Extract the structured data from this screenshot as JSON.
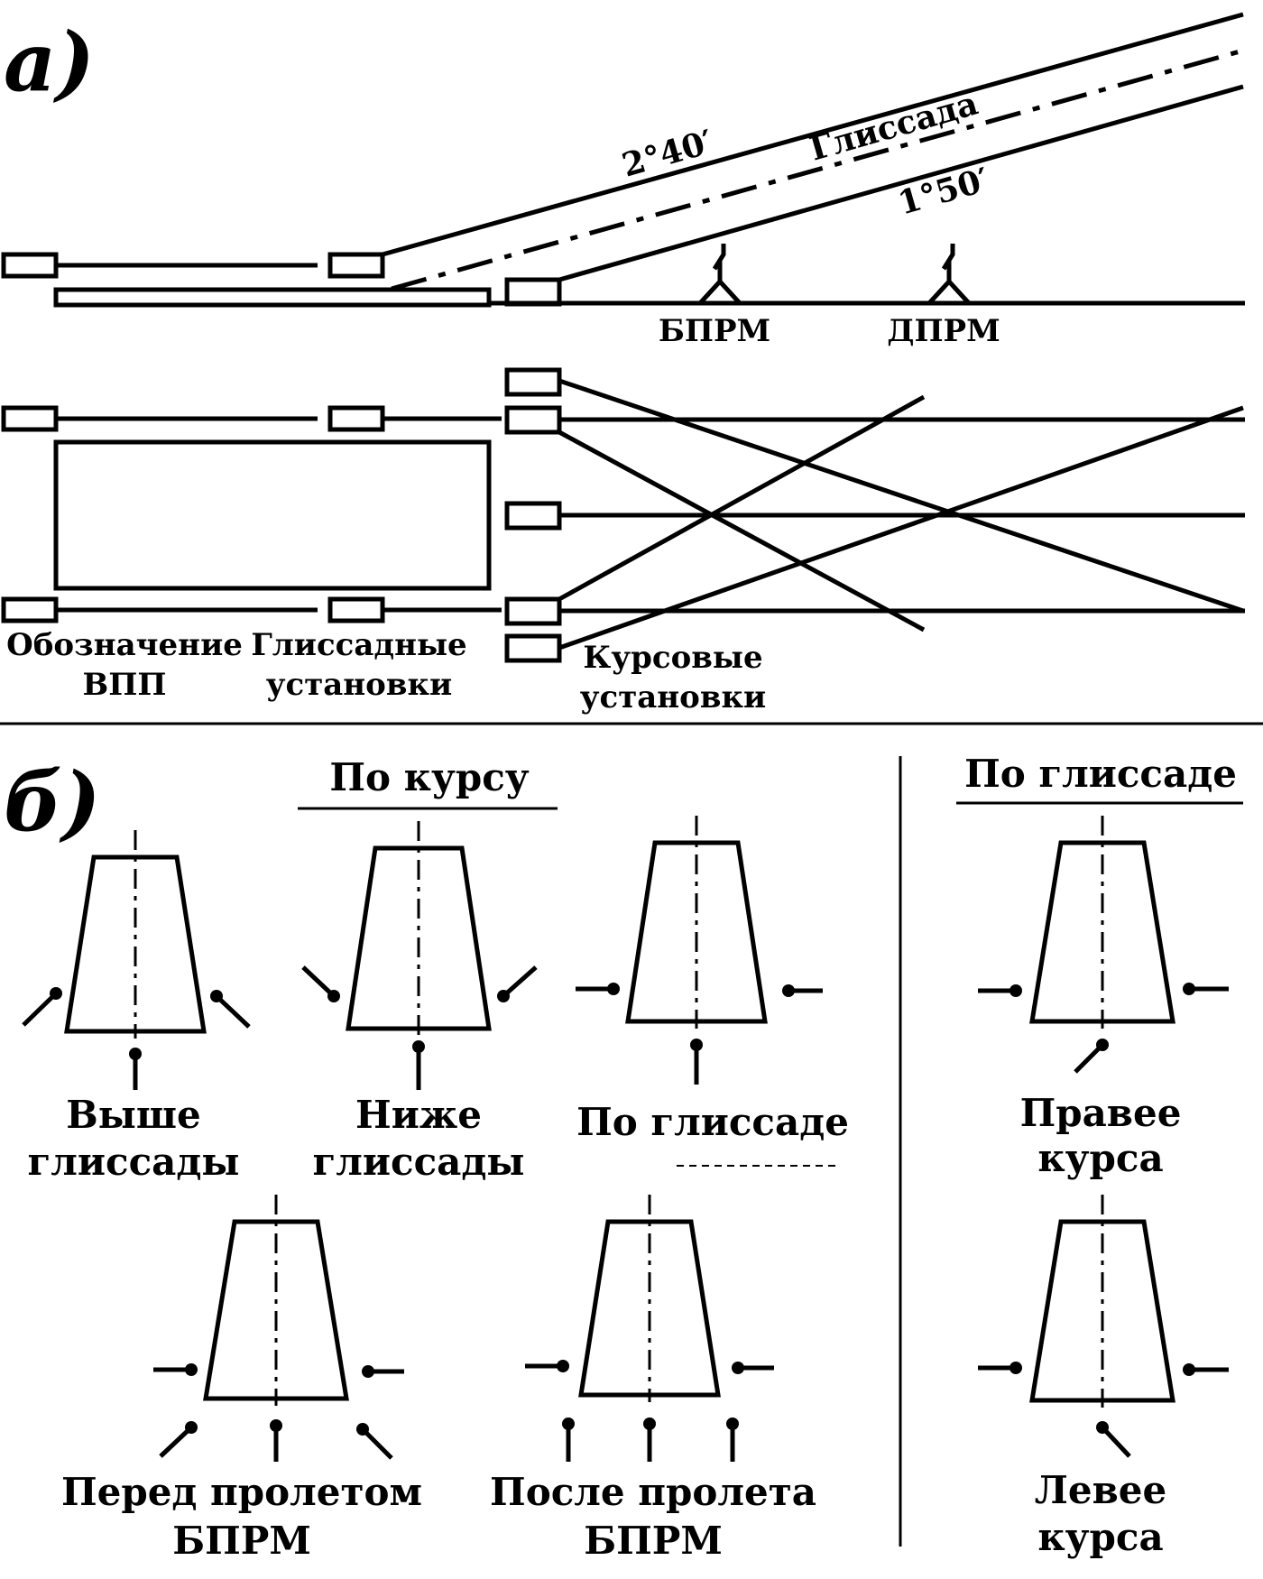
{
  "colors": {
    "ink": "#000000",
    "paper": "#ffffff"
  },
  "section_a": {
    "letter": "а)",
    "glide_top_angle": "2°40′",
    "glide_bottom_angle": "1°50′",
    "glide_label": "Глиссада",
    "bprm": "БПРМ",
    "dprm": "ДПРМ",
    "runway_label": [
      "Обозначение",
      "ВПП"
    ],
    "glide_units_label": [
      "Глиссадные",
      "установки"
    ],
    "course_units_label": [
      "Курсовые",
      "установки"
    ]
  },
  "section_b": {
    "letter": "б)",
    "by_course": "По курсу",
    "by_glide": "По глиссаде",
    "above": [
      "Выше",
      "глиссады"
    ],
    "below": [
      "Ниже",
      "глиссады"
    ],
    "on_glide": "По глиссаде",
    "right": [
      "Правее",
      "курса"
    ],
    "left": [
      "Левее",
      "курса"
    ],
    "before_bprm": [
      "Перед пролетом",
      "БПРМ"
    ],
    "after_bprm": [
      "После пролета",
      "БПРМ"
    ]
  }
}
